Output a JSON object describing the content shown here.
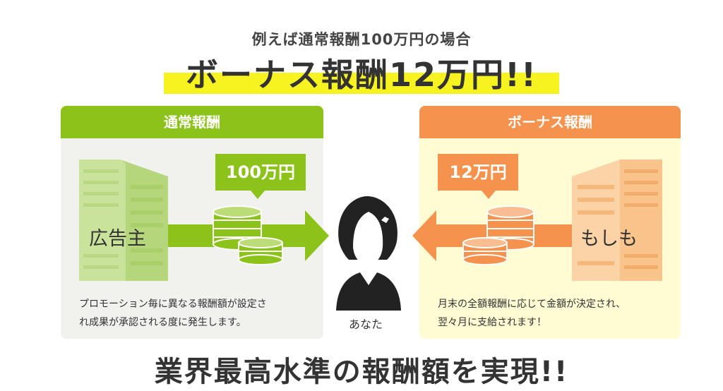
{
  "header": {
    "subtitle": "例えば通常報酬100万円の場合",
    "headline": "ボーナス報酬12万円!!"
  },
  "left_panel": {
    "title": "通常報酬",
    "amount": "100万円",
    "source_label": "広告主",
    "description_line1": "プロモーション毎に異なる報酬額が設定さ",
    "description_line2": "れ成果が承認される度に発生します。"
  },
  "center": {
    "person_label": "あなた"
  },
  "right_panel": {
    "title": "ボーナス報酬",
    "amount": "12万円",
    "source_label": "もしも",
    "description_line1": "月末の全額報酬に応じて金額が決定され、",
    "description_line2": "翌々月に支給されます！"
  },
  "footer": {
    "text": "業界最高水準の報酬額を実現!!"
  },
  "colors": {
    "green": "#8cc31a",
    "orange": "#f5924e",
    "highlight_yellow": "#f7f321"
  }
}
